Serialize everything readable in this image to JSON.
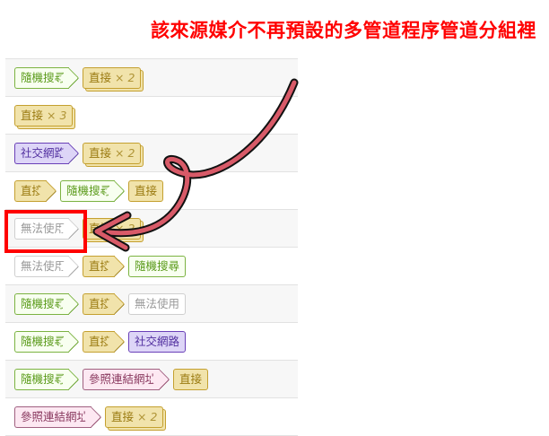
{
  "title": "該來源媒介不再預設的多管道程序管道分組裡",
  "colors": {
    "title": "#ff0000",
    "highlight": "#ff0000",
    "arrow": "#d85a68"
  },
  "rows": [
    [
      {
        "type": "green",
        "label": "隨機搜尋",
        "arrow": true
      },
      {
        "type": "direct",
        "label": "直接",
        "count": "× 2"
      }
    ],
    [
      {
        "type": "direct",
        "label": "直接",
        "count": "× 3"
      }
    ],
    [
      {
        "type": "social",
        "label": "社交網路",
        "arrow": true
      },
      {
        "type": "direct",
        "label": "直接",
        "count": "× 2"
      }
    ],
    [
      {
        "type": "direct",
        "label": "直接",
        "arrow": true
      },
      {
        "type": "green",
        "label": "隨機搜尋",
        "arrow": true
      },
      {
        "type": "direct",
        "label": "直接"
      }
    ],
    [
      {
        "type": "na",
        "label": "無法使用",
        "arrow": true
      },
      {
        "type": "direct",
        "label": "直接",
        "count": "× 2"
      }
    ],
    [
      {
        "type": "na",
        "label": "無法使用",
        "arrow": true
      },
      {
        "type": "direct",
        "label": "直接",
        "arrow": true
      },
      {
        "type": "green",
        "label": "隨機搜尋"
      }
    ],
    [
      {
        "type": "green",
        "label": "隨機搜尋",
        "arrow": true
      },
      {
        "type": "direct",
        "label": "直接",
        "arrow": true
      },
      {
        "type": "na",
        "label": "無法使用"
      }
    ],
    [
      {
        "type": "green",
        "label": "隨機搜尋",
        "arrow": true
      },
      {
        "type": "direct",
        "label": "直接",
        "arrow": true
      },
      {
        "type": "social",
        "label": "社交網路"
      }
    ],
    [
      {
        "type": "green",
        "label": "隨機搜尋",
        "arrow": true
      },
      {
        "type": "ref",
        "label": "參照連結網址",
        "arrow": true
      },
      {
        "type": "direct",
        "label": "直接"
      }
    ],
    [
      {
        "type": "ref",
        "label": "參照連結網址",
        "arrow": true
      },
      {
        "type": "direct",
        "label": "直接",
        "count": "× 2"
      }
    ]
  ]
}
